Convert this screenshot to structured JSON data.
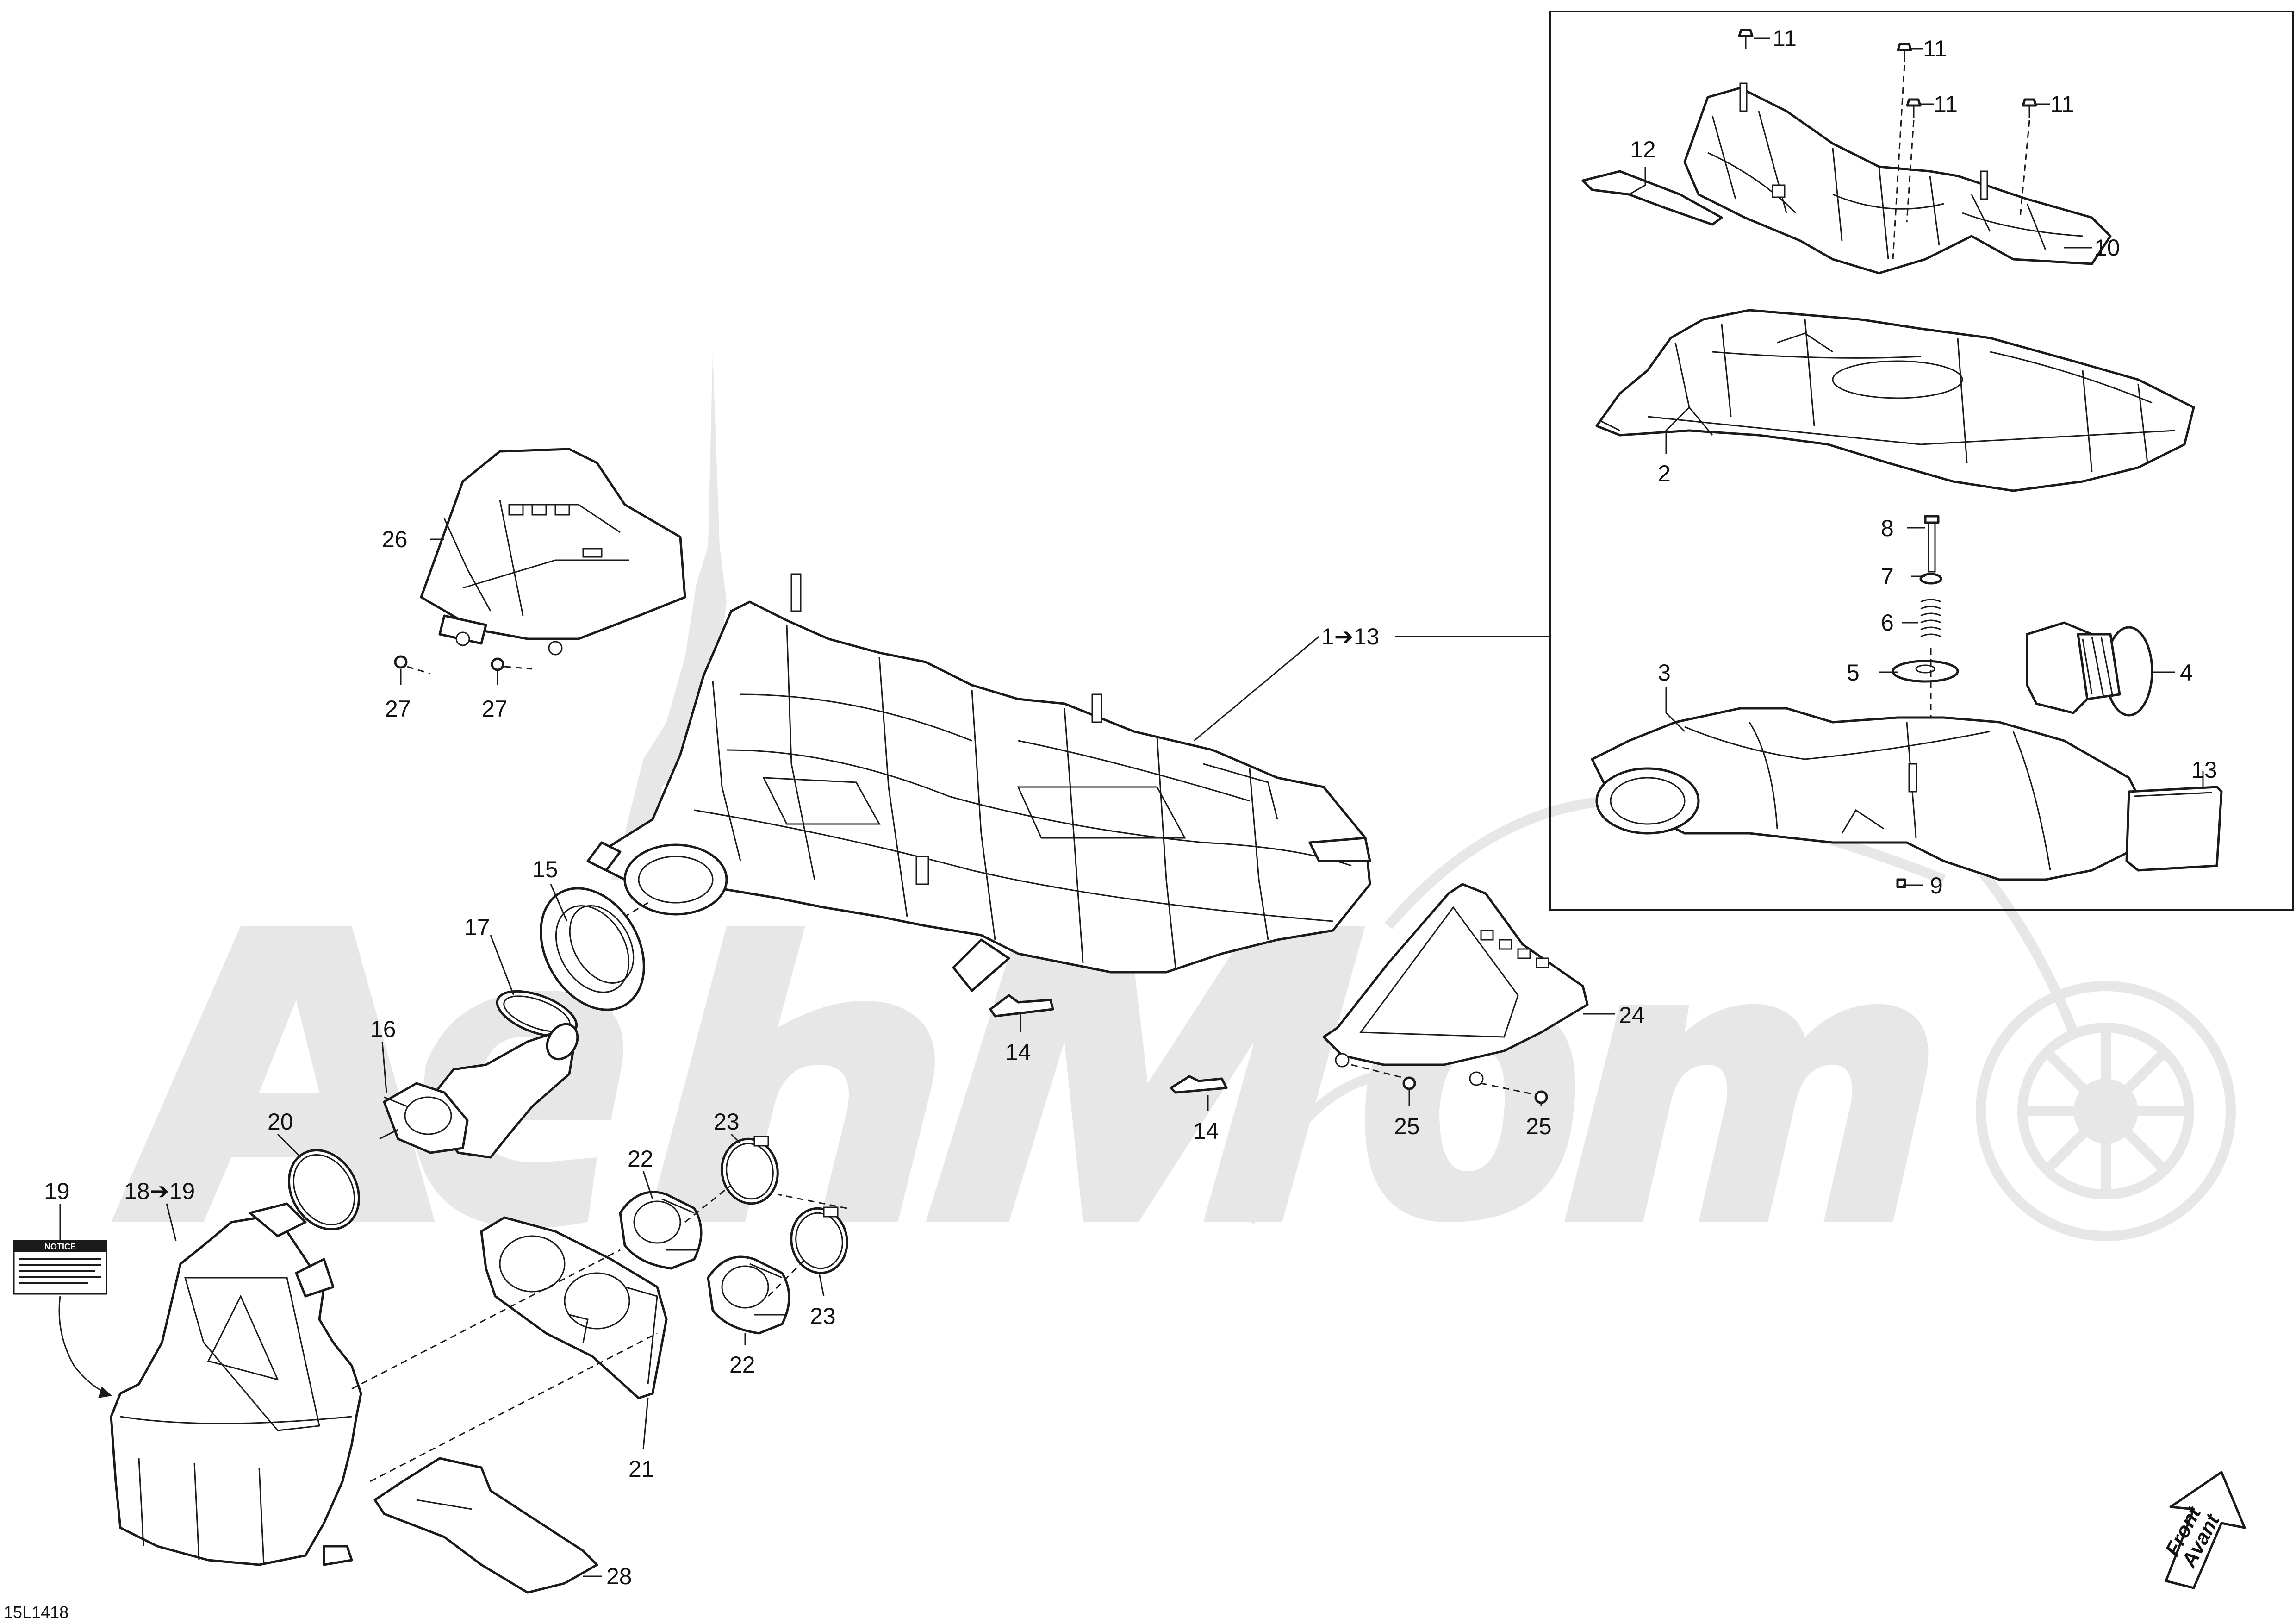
{
  "drawing_code": "15L1418",
  "watermark_text": "Aeh Momo",
  "front_indicator": {
    "line1": "Front",
    "line2": "Avant",
    "icon": "front-arrow-icon"
  },
  "group_callout": "1➔13",
  "callouts": {
    "c2": "2",
    "c3": "3",
    "c4": "4",
    "c5": "5",
    "c6": "6",
    "c7": "7",
    "c8": "8",
    "c9": "9",
    "c10": "10",
    "c11": "11",
    "c12": "12",
    "c13": "13",
    "c14": "14",
    "c15": "15",
    "c16": "16",
    "c17": "17",
    "c18": "18➔19",
    "c19": "19",
    "c20": "20",
    "c21": "21",
    "c22": "22",
    "c23": "23",
    "c24": "24",
    "c25": "25",
    "c26": "26",
    "c27": "27",
    "c28": "28"
  },
  "notice_label": {
    "heading": "NOTICE"
  }
}
